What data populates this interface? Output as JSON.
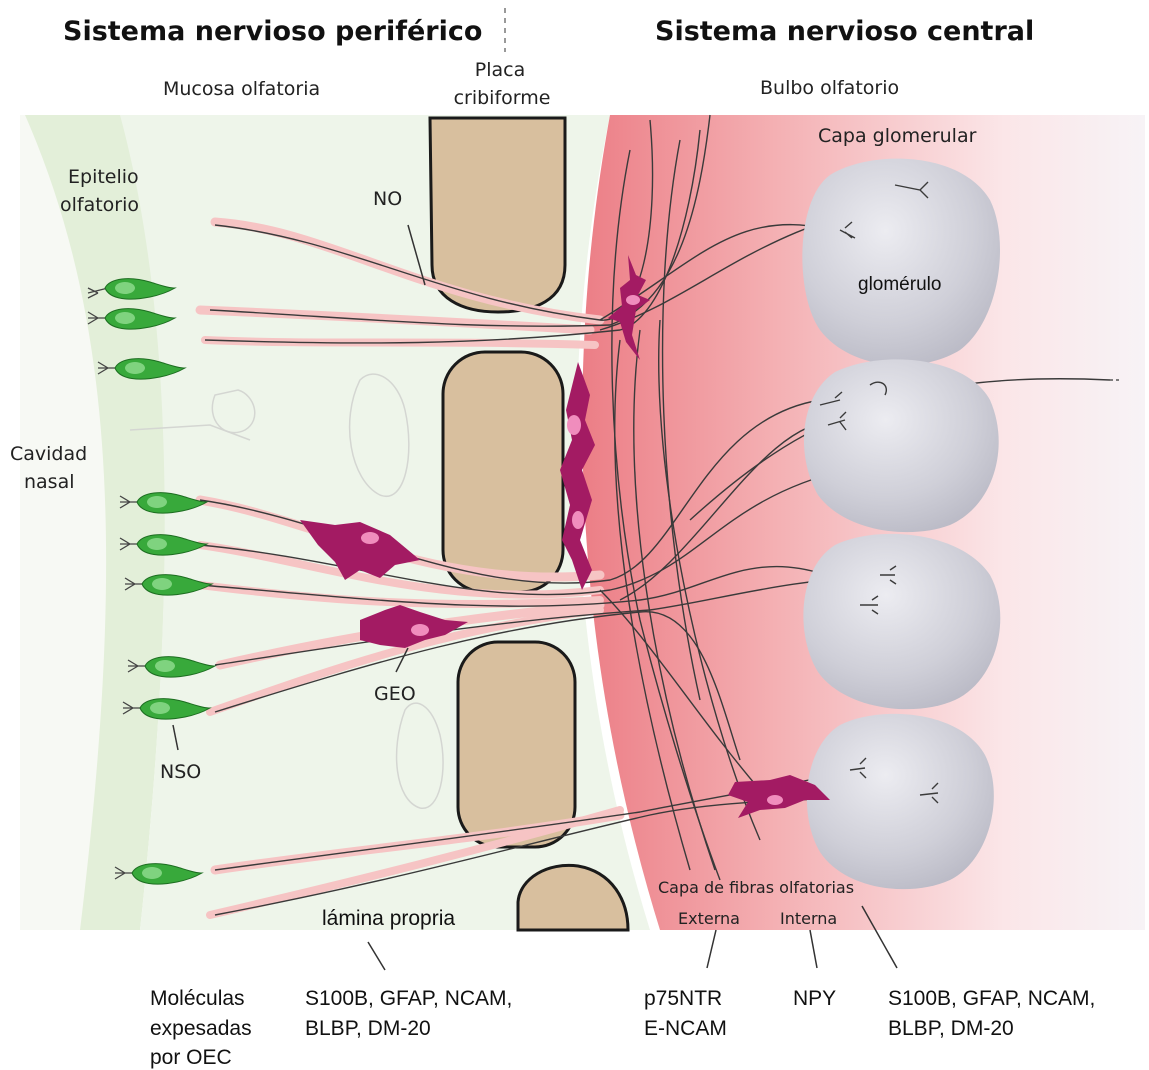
{
  "headings": {
    "peripheral": "Sistema nervioso periférico",
    "central": "Sistema nervioso central"
  },
  "regions": {
    "mucosa": "Mucosa olfatoria",
    "placa_1": "Placa",
    "placa_2": "cribiforme",
    "bulbo": "Bulbo olfatorio",
    "capa_glomerular": "Capa glomerular",
    "epitelio_1": "Epitelio",
    "epitelio_2": "olfatorio",
    "cavidad_1": "Cavidad",
    "cavidad_2": "nasal",
    "lamina": "lámina propria",
    "capa_fibras": "Capa de fibras olfatorias",
    "externa": "Externa",
    "interna": "Interna",
    "glomerulo": "glomérulo"
  },
  "abbreviations": {
    "no": "NO",
    "geo": "GEO",
    "nso": "NSO"
  },
  "molecules": {
    "title_1": "Moléculas",
    "title_2": "expesadas",
    "title_3": "por OEC",
    "lamina_1": "S100B, GFAP, NCAM,",
    "lamina_2": "BLBP, DM-20",
    "externa_1": "p75NTR",
    "externa_2": "E-NCAM",
    "interna_1": "NPY",
    "glomerular_1": "S100B, GFAP, NCAM,",
    "glomerular_2": "BLBP, DM-20"
  },
  "colors": {
    "epithelium": "#e6f1de",
    "lamina": "#eef5ea",
    "bone": "#d8bf9e",
    "bulb": "#ee8f95",
    "glomerulus": "#c9c9d3",
    "neuron": "#38a93b",
    "oec": "#a31b63",
    "bundle": "#f6c4c4"
  }
}
